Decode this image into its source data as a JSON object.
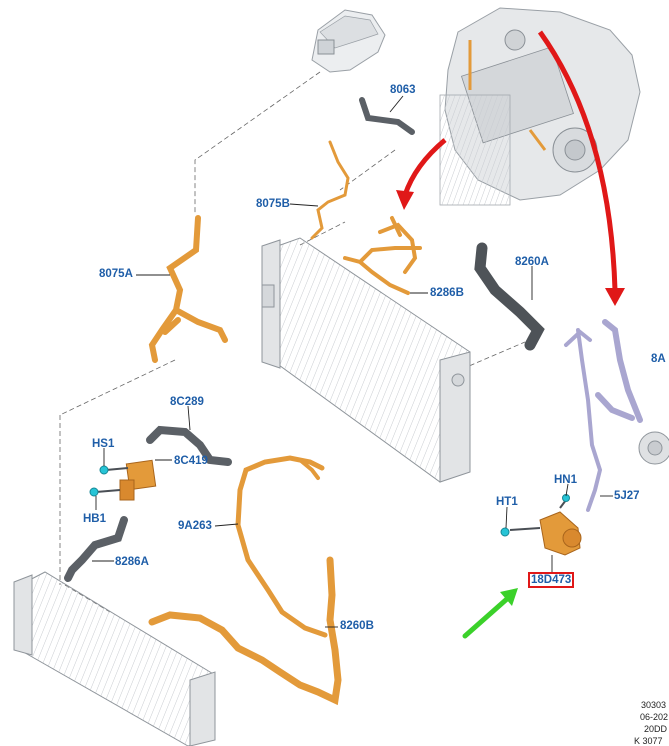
{
  "callouts": {
    "c8063": "8063",
    "c8075B": "8075B",
    "c8075A": "8075A",
    "c8286B": "8286B",
    "c8260A": "8260A",
    "c8A": "8A",
    "c8C289": "8C289",
    "cHS1": "HS1",
    "c8C419": "8C419",
    "cHB1": "HB1",
    "c9A263": "9A263",
    "cHN1": "HN1",
    "cHT1": "HT1",
    "c5J2": "5J27",
    "c8286A": "8286A",
    "c18D473": "18D473",
    "c8260B": "8260B"
  },
  "reference_block": {
    "line1": "30303",
    "line2": "06-202",
    "line3": "20DD",
    "line4": "K 3077"
  },
  "colors": {
    "callout_text": "#1f5ea8",
    "highlight_box": "#e01818",
    "red_arrow": "#e01818",
    "green_arrow": "#3bd12a",
    "hose_orange": "#e39a3a",
    "hose_dark": "#555a60",
    "pipe_lilac": "#a9a6d0",
    "fitting_cyan": "#26c4d6"
  }
}
